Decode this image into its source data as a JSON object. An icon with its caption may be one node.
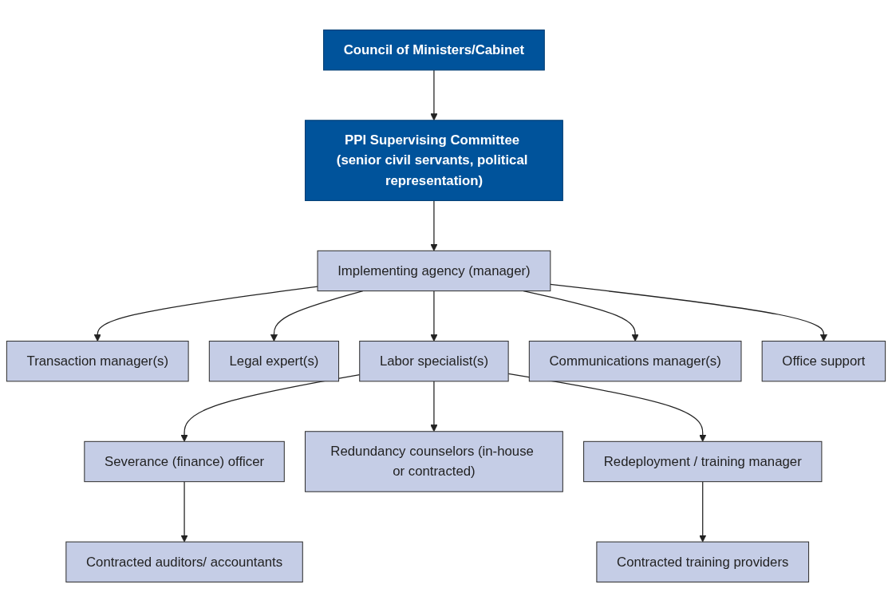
{
  "diagram": {
    "nodes": [
      {
        "text": [
          "Council of Ministers/Cabinet"
        ]
      },
      {
        "text": [
          "PPI Supervising Committee (senior civil servants, political representation)"
        ]
      },
      {
        "text": [
          "Implementing agency (manager)"
        ]
      },
      {
        "text": [
          "Transaction manager(s)"
        ]
      },
      {
        "text": [
          "Legal expert(s)"
        ]
      },
      {
        "text": [
          "Labor specialist(s)"
        ]
      },
      {
        "text": [
          "Communications manager(s)"
        ]
      },
      {
        "text": [
          "Office support"
        ]
      },
      {
        "text": [
          "Severance (finance) officer"
        ]
      },
      {
        "text": [
          "Redundancy counselors (in-house or contracted)"
        ]
      },
      {
        "text": [
          "Redeployment / training manager"
        ]
      },
      {
        "text": [
          "Contracted auditors/ accountants"
        ]
      },
      {
        "text": [
          "Contracted training providers"
        ]
      }
    ],
    "edges": [
      {
        "from": 0,
        "to": 1,
        "arrow": "to"
      },
      {
        "from": 1,
        "to": 2,
        "arrow": "to"
      },
      {
        "from": 2,
        "to": 3,
        "arrow": "to"
      },
      {
        "from": 2,
        "to": 4,
        "arrow": "to"
      },
      {
        "from": 2,
        "to": 5,
        "arrow": "to"
      },
      {
        "from": 2,
        "to": 6,
        "arrow": "to"
      },
      {
        "from": 2,
        "to": 7,
        "arrow": "to"
      },
      {
        "from": 5,
        "to": 8,
        "arrow": "to"
      },
      {
        "from": 5,
        "to": 9,
        "arrow": "to"
      },
      {
        "from": 5,
        "to": 10,
        "arrow": "to"
      },
      {
        "from": 8,
        "to": 11,
        "arrow": "to"
      },
      {
        "from": 10,
        "to": 12,
        "arrow": "to"
      }
    ]
  }
}
